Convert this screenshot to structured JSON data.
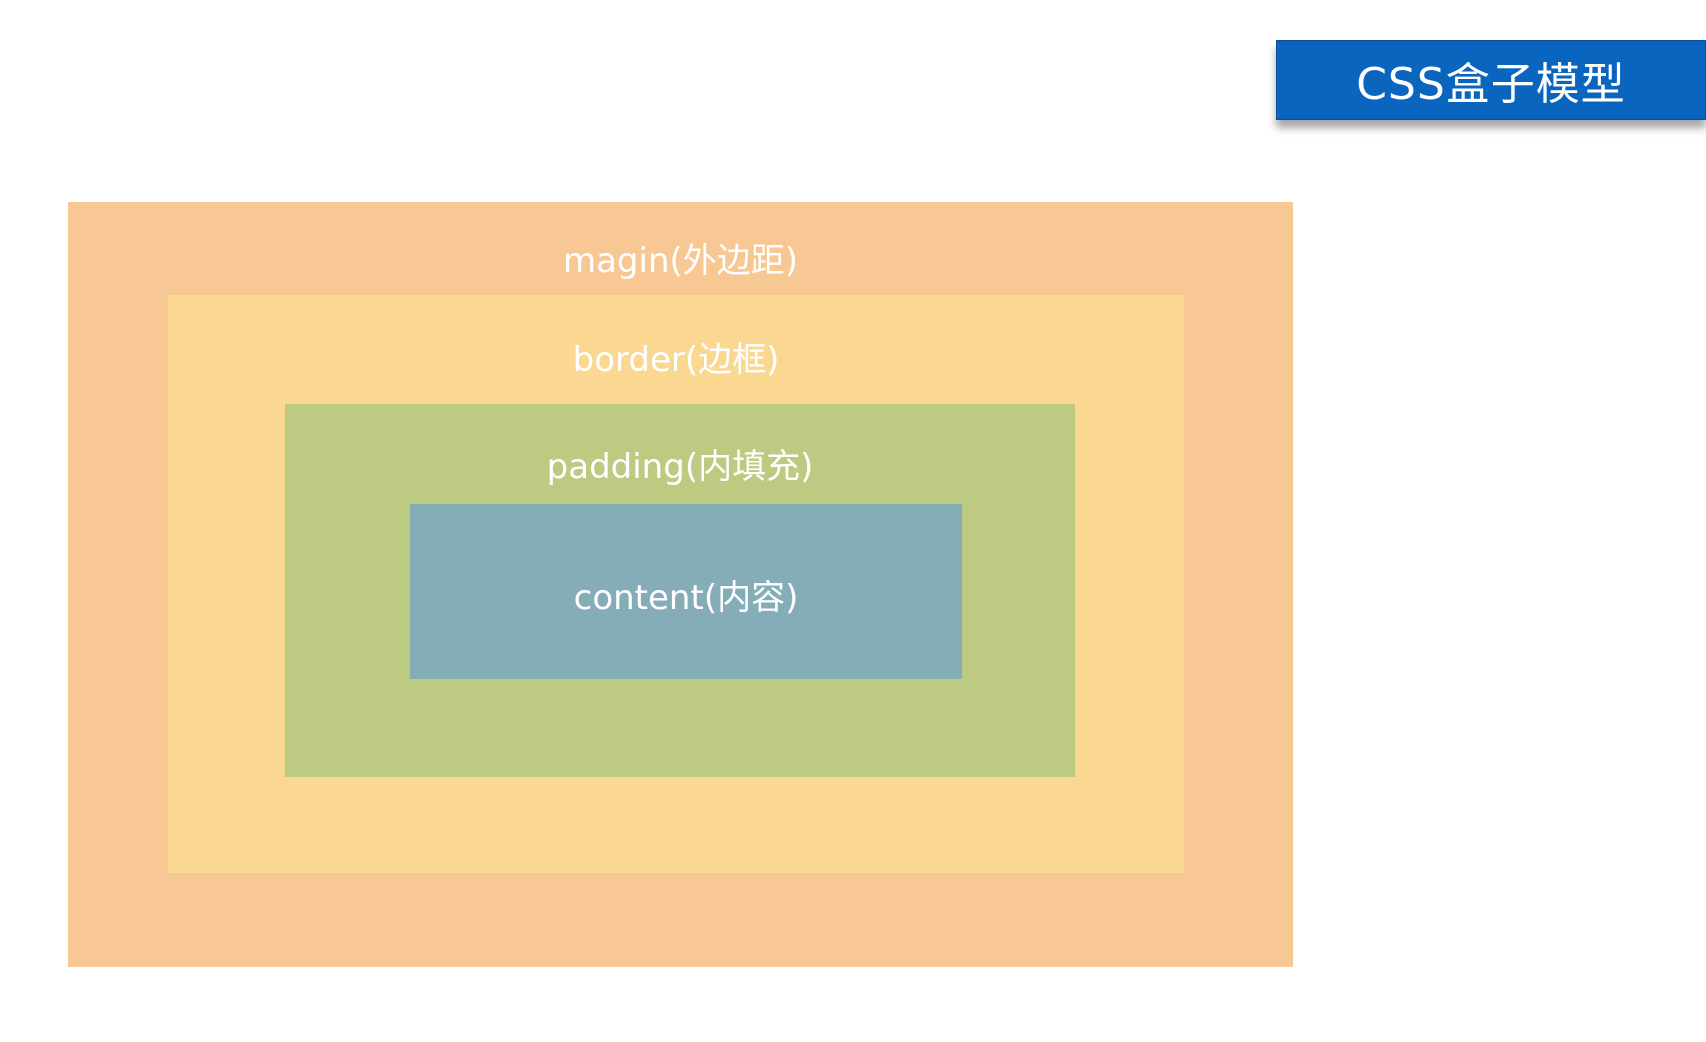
{
  "title": "CSS盒子模型",
  "layers": {
    "margin": {
      "label": "magin(外边距)",
      "color": "#f7c794"
    },
    "border": {
      "label": "border(边框)",
      "color": "#fad892"
    },
    "padding": {
      "label": "padding(内填充)",
      "color": "#bdca81"
    },
    "content": {
      "label": "content(内容)",
      "color": "#85adb8"
    }
  },
  "colors": {
    "title_background": "#0a65bf"
  }
}
